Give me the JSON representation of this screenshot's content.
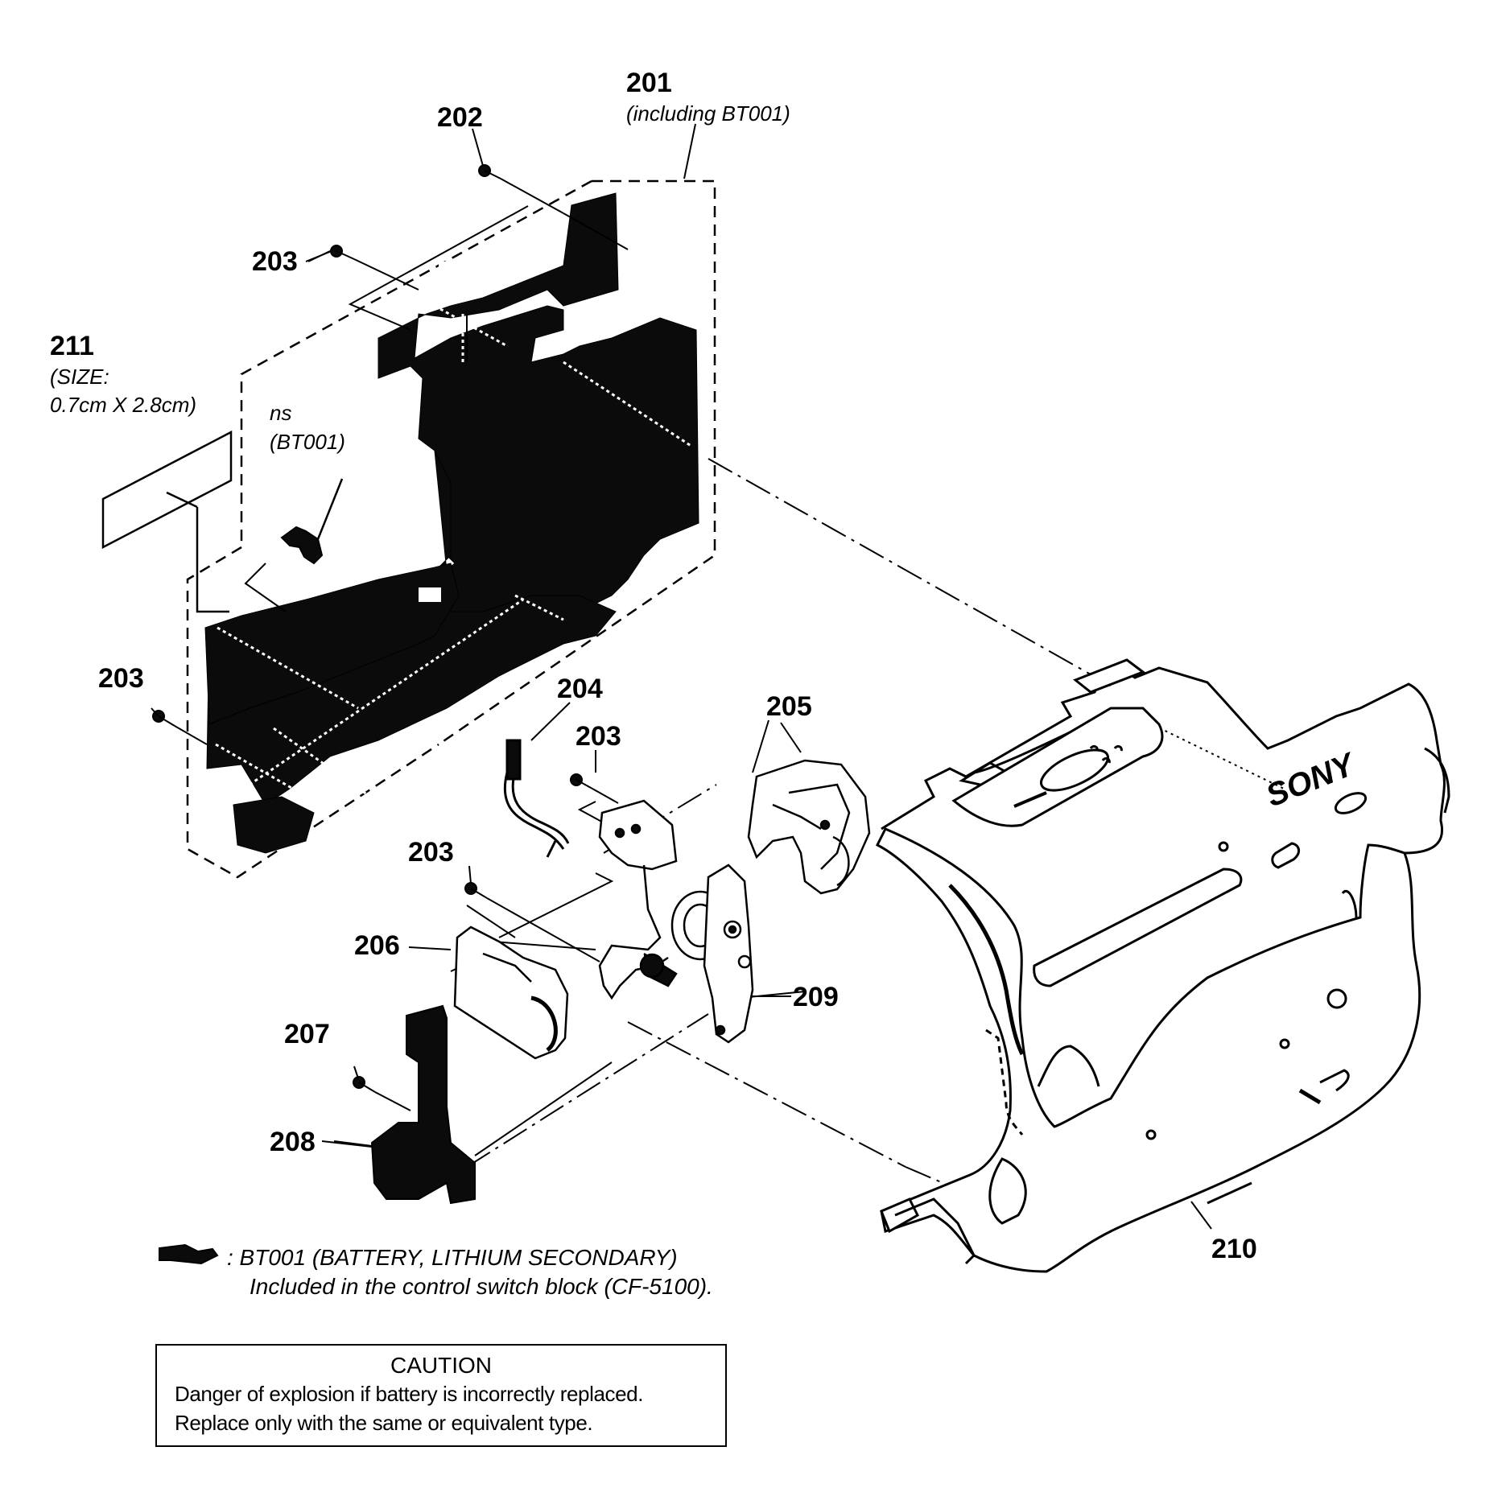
{
  "parts": [
    {
      "id": "201",
      "note": "(including BT001)"
    },
    {
      "id": "202",
      "note": ""
    },
    {
      "id": "203",
      "note": ""
    },
    {
      "id": "204",
      "note": ""
    },
    {
      "id": "205",
      "note": ""
    },
    {
      "id": "206",
      "note": ""
    },
    {
      "id": "207",
      "note": ""
    },
    {
      "id": "208",
      "note": ""
    },
    {
      "id": "209",
      "note": ""
    },
    {
      "id": "210",
      "note": ""
    },
    {
      "id": "211",
      "note": "(SIZE: 0.7cm X 2.8cm)"
    }
  ],
  "labels": {
    "p201": "201",
    "p201_note": "(including BT001)",
    "p202": "202",
    "p203": "203",
    "p204": "204",
    "p205": "205",
    "p206": "206",
    "p207": "207",
    "p208": "208",
    "p209": "209",
    "p210": "210",
    "p211": "211",
    "p211_note1": "(SIZE:",
    "p211_note2": "0.7cm X 2.8cm)",
    "ns": "ns",
    "ns_bt": "(BT001)",
    "brand": "SONY"
  },
  "legend": {
    "line1": ": BT001 (BATTERY, LITHIUM SECONDARY)",
    "line2": "Included in the control switch block (CF-5100)."
  },
  "caution": {
    "title": "CAUTION",
    "line1": "Danger of explosion if battery is incorrectly replaced.",
    "line2": "Replace only with the same or equivalent type."
  }
}
